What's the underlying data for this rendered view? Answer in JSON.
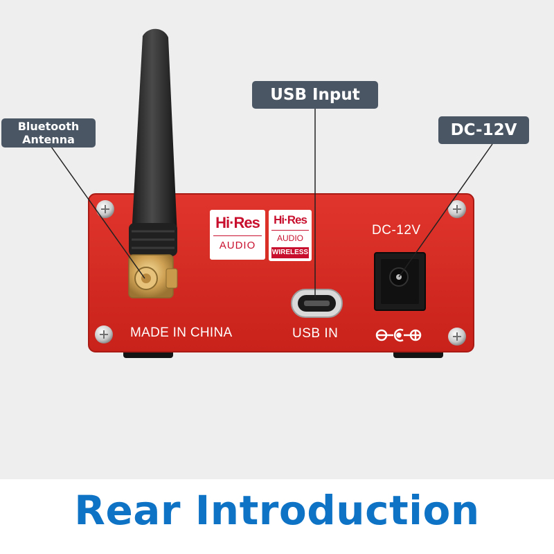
{
  "callouts": {
    "bluetooth_line1": "Bluetooth",
    "bluetooth_line2": "Antenna",
    "usb": "USB Input",
    "dc": "DC-12V"
  },
  "panel": {
    "made_in": "MADE IN CHINA",
    "usb_label": "USB IN",
    "dc_label": "DC-12V",
    "hires_1_top": "Hi·Res",
    "hires_1_bottom": "AUDIO",
    "hires_2_top": "Hi·Res",
    "hires_2_mid": "AUDIO",
    "hires_2_bottom": "WIRELESS"
  },
  "footer": {
    "title": "Rear Introduction"
  },
  "colors": {
    "panel": "#d42a22",
    "callout_bg": "#4a5663",
    "title": "#0f73c5",
    "background": "#eeeeef"
  },
  "icons": {
    "antenna": "antenna-icon",
    "usb_port": "usb-c-port-icon",
    "dc_jack": "dc-jack-icon",
    "polarity": "polarity-icon",
    "screw": "screw-icon"
  }
}
